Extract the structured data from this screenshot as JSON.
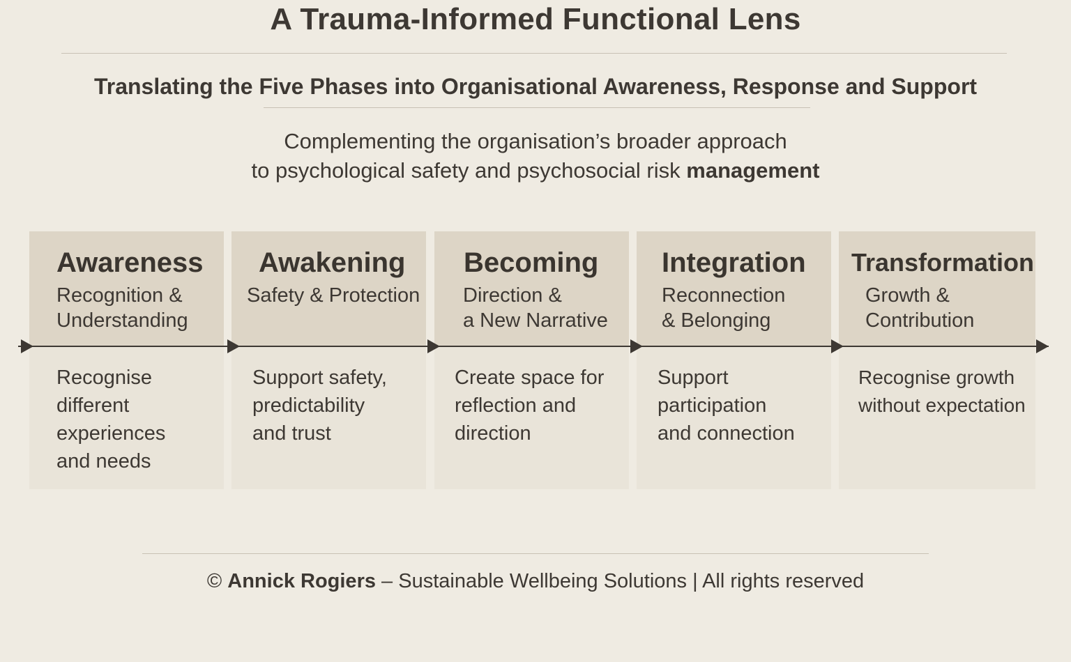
{
  "title": "A Trauma-Informed Functional Lens",
  "subtitle": "Translating the Five Phases into Organisational Awareness, Response and Support",
  "tagline": {
    "line1": "Complementing the organisation’s broader approach",
    "line2_prefix": "to psychological safety and psychosocial risk ",
    "line2_emphasis": "management"
  },
  "phases": [
    {
      "name": "Awareness",
      "sub": [
        "Recognition &",
        "Understanding"
      ],
      "desc": [
        "Recognise",
        "different",
        "experiences",
        "and needs"
      ]
    },
    {
      "name": "Awakening",
      "sub": [
        "Safety & Protection",
        ""
      ],
      "desc": [
        "Support safety,",
        "predictability",
        "and trust"
      ]
    },
    {
      "name": "Becoming",
      "sub": [
        "Direction &",
        "a New Narrative"
      ],
      "desc": [
        "Create space for",
        "reflection and",
        "direction"
      ]
    },
    {
      "name": "Integration",
      "sub": [
        "Reconnection",
        "& Belonging"
      ],
      "desc": [
        "Support",
        "participation",
        "and connection"
      ]
    },
    {
      "name": "Transformation",
      "sub": [
        "Growth &",
        "Contribution"
      ],
      "desc": [
        "Recognise growth",
        "without expectation"
      ]
    }
  ],
  "footer": {
    "copyright": "©",
    "author": "Annick Rogiers",
    "rest": " – Sustainable Wellbeing Solutions | All rights reserved"
  }
}
